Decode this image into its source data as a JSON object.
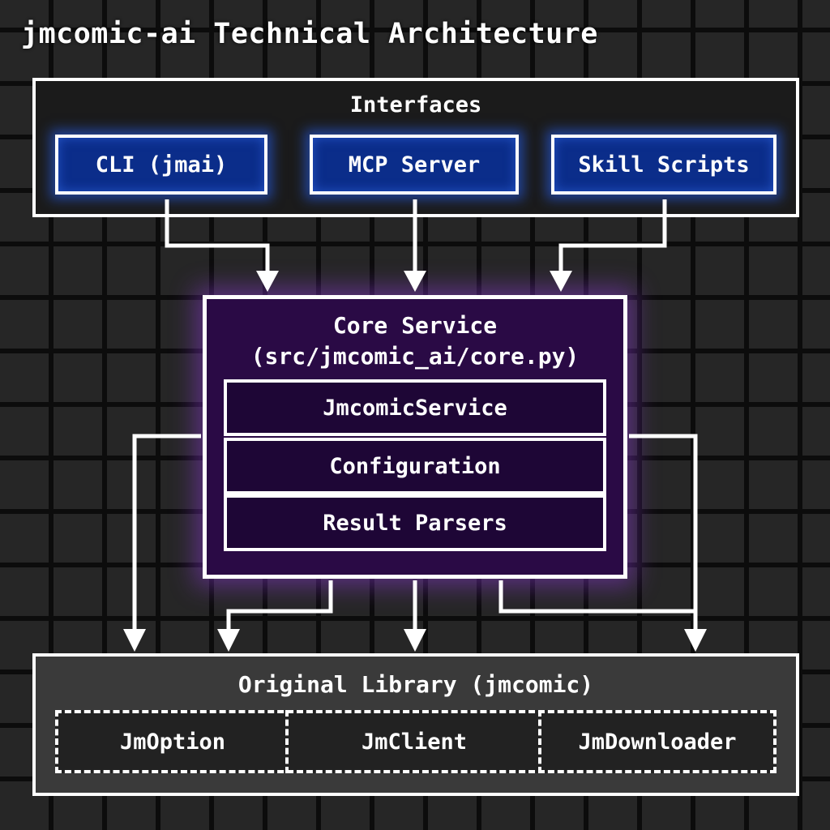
{
  "title": "jmcomic-ai Technical Architecture",
  "interfaces": {
    "heading": "Interfaces",
    "items": [
      "CLI (jmai)",
      "MCP Server",
      "Skill Scripts"
    ]
  },
  "core": {
    "heading": "Core Service",
    "path": "(src/jmcomic_ai/core.py)",
    "components": [
      "JmcomicService",
      "Configuration",
      "Result Parsers"
    ]
  },
  "library": {
    "heading": "Original Library (jmcomic)",
    "items": [
      "JmOption",
      "JmClient",
      "JmDownloader"
    ]
  },
  "colors": {
    "interface_fill": "#0b2d8a",
    "interface_glow": "#2864ff",
    "core_fill": "#2a0a45",
    "core_glow": "#963ce6",
    "library_fill": "#3a3a3a",
    "line": "#ffffff"
  }
}
